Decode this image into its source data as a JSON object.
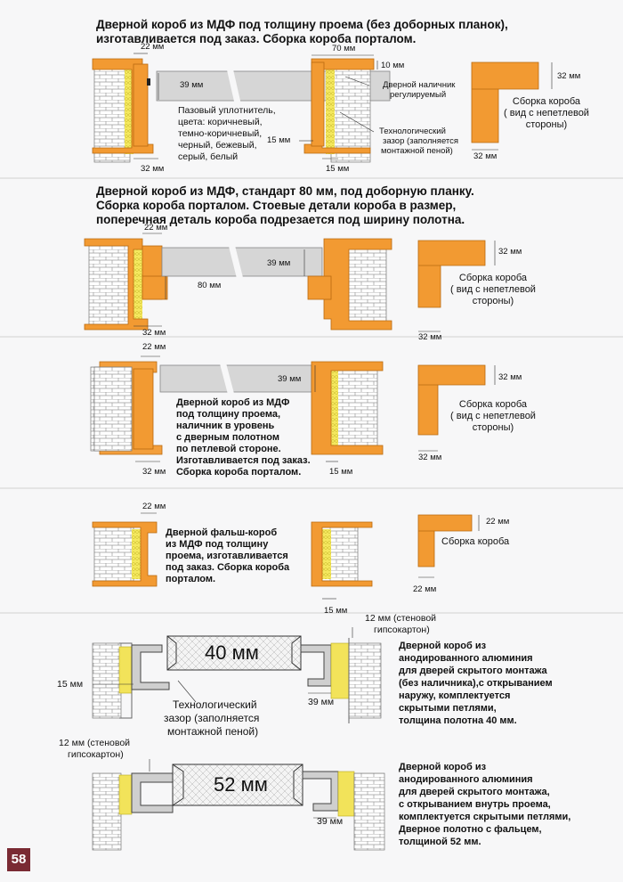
{
  "page_number": "58",
  "colors": {
    "wood": "#f29a32",
    "wood_dark": "#d87a14",
    "brick": "#ffffff",
    "leaf": "#d9d9d9",
    "foam": "#f2e35a",
    "page_badge": "#7a2a33"
  },
  "section1": {
    "title_line1": "Дверной короб из МДФ под толщину проема (без доборных планок),",
    "title_line2": "изготавливается под заказ. Сборка короба порталом.",
    "dim_22": "22 мм",
    "dim_39": "39 мм",
    "dim_70": "70 мм",
    "dim_10": "10 мм",
    "dim_15": "15 мм",
    "dim_32_bottom": "32 мм",
    "dim_15_bottom": "15 мм",
    "seal_line1": "Пазовый уплотнитель,",
    "seal_line2": "цвета: коричневый,",
    "seal_line3": "темно-коричневый,",
    "seal_line4": "черный, бежевый,",
    "seal_line5": "серый, белый",
    "casing_line1": "Дверной наличник",
    "casing_line2": "регулируемый",
    "gap_line1": "Технологический",
    "gap_line2": "зазор (заполняется",
    "gap_line3": "монтажной пеной)",
    "corner_dim_top": "32 мм",
    "corner_dim_bottom": "32 мм",
    "corner_caption": "Сборка короба\n( вид с непетлевой\nстороны)"
  },
  "section2": {
    "title_line1": "Дверной короб из МДФ, стандарт 80 мм, под доборную планку.",
    "title_line2": "Сборка короба порталом. Стоевые детали короба в размер,",
    "title_line3": "поперечная деталь короба подрезается под ширину полотна.",
    "dim_22": "22 мм",
    "dim_39": "39 мм",
    "dim_80": "80 мм",
    "dim_32": "32 мм",
    "corner_dim_top": "32 мм",
    "corner_dim_bottom": "32 мм",
    "corner_caption": "Сборка короба\n( вид с непетлевой\nстороны)"
  },
  "section3": {
    "dim_22": "22 мм",
    "dim_39": "39 мм",
    "dim_32": "32 мм",
    "dim_15": "15 мм",
    "desc": "Дверной короб из МДФ\nпод толщину проема,\nналичник в уровень\n с дверным полотном\nпо петлевой стороне.\nИзготавливается под заказ.\nСборка короба порталом.",
    "corner_dim_top": "32 мм",
    "corner_dim_bottom": "32 мм",
    "corner_caption": "Сборка короба\n( вид с непетлевой\nстороны)"
  },
  "section4": {
    "dim_22": "22 мм",
    "dim_15": "15 мм",
    "desc": "Дверной фальш-короб\nиз МДФ под толщину\n проема, изготавливается\nпод заказ. Сборка короба\nпорталом.",
    "corner_dim_top": "22 мм",
    "corner_dim_bottom": "22 мм",
    "corner_caption": "Сборка короба"
  },
  "section5": {
    "panel_label": "40 мм",
    "dim_12_line1": "12 мм (стеновой",
    "dim_12_line2": "гипсокартон)",
    "dim_15": "15 мм",
    "dim_39": "39 мм",
    "gap_line1": "Технологический",
    "gap_line2": "зазор (заполняется",
    "gap_line3": "монтажной пеной)",
    "desc": "Дверной короб из\nанодированного алюминия\nдля дверей скрытого монтажа\n(без наличника),с открыванием\nнаружу, комплектуется\nскрытыми петлями,\nтолщина полотна 40 мм."
  },
  "section6": {
    "panel_label": "52 мм",
    "dim_12_line1": "12 мм (стеновой",
    "dim_12_line2": "гипсокартон)",
    "dim_39": "39 мм",
    "desc": "Дверной короб из\nанодированного алюминия\nдля дверей скрытого монтажа,\nс открыванием внутрь проема,\nкомплектуется скрытыми петлями,\nДверное полотно с фальцем,\nтолщиной 52 мм."
  }
}
